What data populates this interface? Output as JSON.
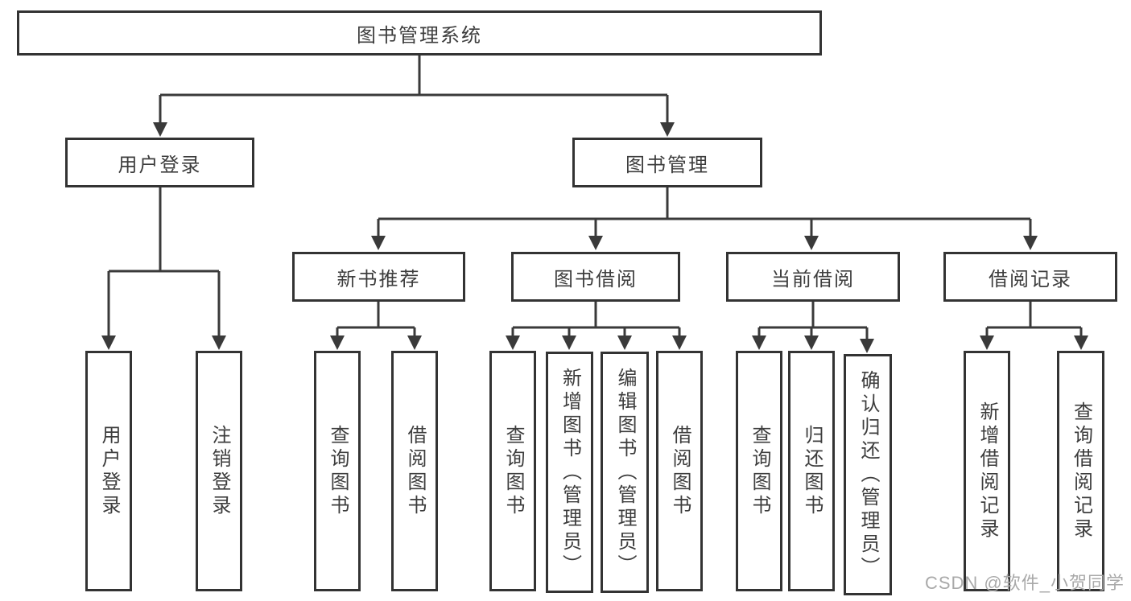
{
  "diagram": {
    "root": {
      "label": "图书管理系统"
    },
    "branches": [
      {
        "label": "用户登录",
        "leaves": [
          {
            "label": "用户登录"
          },
          {
            "label": "注销登录"
          }
        ]
      },
      {
        "label": "图书管理",
        "groups": [
          {
            "label": "新书推荐",
            "leaves": [
              {
                "label": "查询图书"
              },
              {
                "label": "借阅图书"
              }
            ]
          },
          {
            "label": "图书借阅",
            "leaves": [
              {
                "label": "查询图书"
              },
              {
                "label": "新增图书（管理员）"
              },
              {
                "label": "编辑图书（管理员）"
              },
              {
                "label": "借阅图书"
              }
            ]
          },
          {
            "label": "当前借阅",
            "leaves": [
              {
                "label": "查询图书"
              },
              {
                "label": "归还图书"
              },
              {
                "label": "确认归还（管理员）"
              }
            ]
          },
          {
            "label": "借阅记录",
            "leaves": [
              {
                "label": "新增借阅记录"
              },
              {
                "label": "查询借阅记录"
              }
            ]
          }
        ]
      }
    ]
  },
  "watermark": {
    "text": "CSDN @软件_小贺同学"
  },
  "colors": {
    "line": "#3a3a3a",
    "border": "#333333",
    "text": "#3d3d3d",
    "watermark": "#a9a9a9",
    "background": "#ffffff"
  }
}
